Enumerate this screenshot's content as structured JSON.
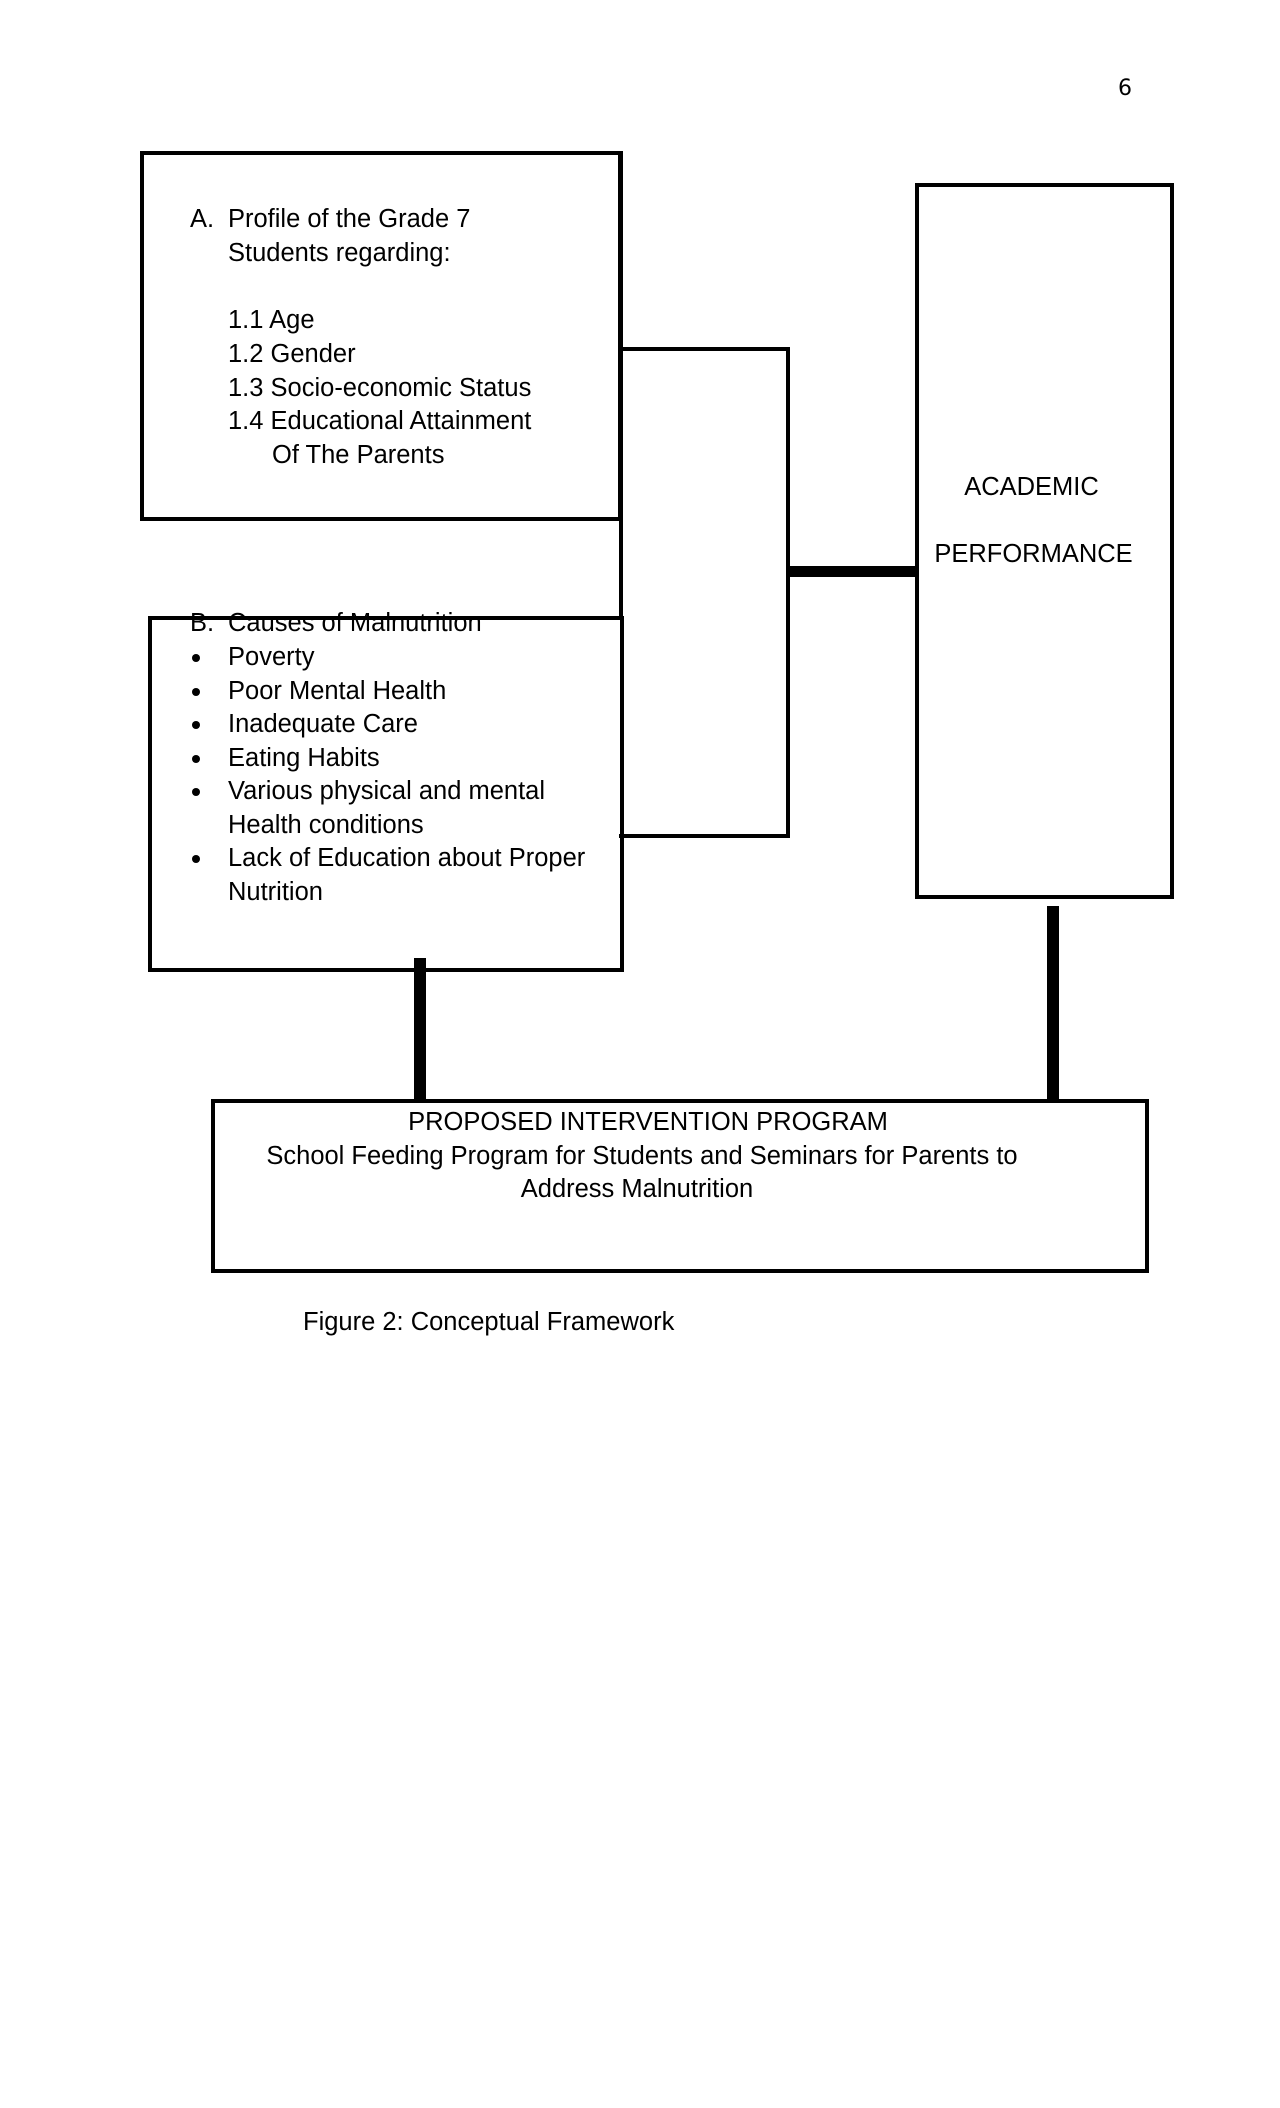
{
  "page_number": "6",
  "profile_box": {
    "marker": "A.",
    "heading_line1": "Profile of the Grade 7",
    "heading_line2": "Students regarding:",
    "items": [
      "1.1 Age",
      "1.2 Gender",
      "1.3 Socio-economic Status",
      "1.4 Educational Attainment"
    ],
    "item_continuation": "Of The Parents"
  },
  "causes_box": {
    "marker": "B.",
    "heading": "Causes of Malnutrition",
    "bullets": [
      "Poverty",
      "Poor Mental Health",
      "Inadequate Care",
      "Eating Habits",
      "Various physical and mental",
      "Health conditions",
      "Lack of Education about Proper",
      "Nutrition"
    ]
  },
  "outcome_box": {
    "line1": "ACADEMIC",
    "line2": "PERFORMANCE"
  },
  "intervention_box": {
    "title": "PROPOSED INTERVENTION PROGRAM",
    "line1": "School Feeding Program for Students and Seminars for Parents to",
    "line2": "Address Malnutrition"
  },
  "caption": "Figure 2: Conceptual Framework"
}
